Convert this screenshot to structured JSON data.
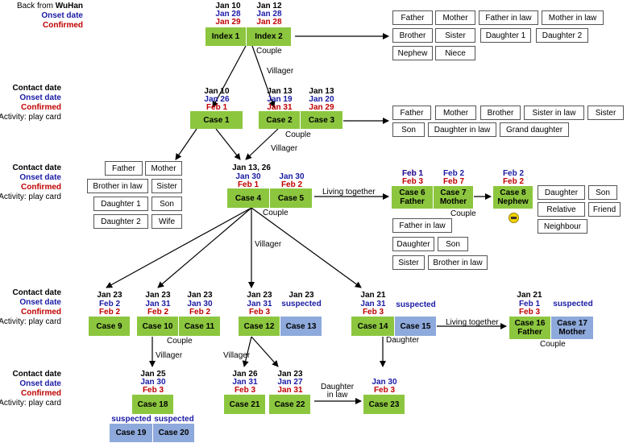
{
  "legend": {
    "row1": {
      "prefix": "Back from ",
      "place": "WuHan",
      "onset": "Onset date",
      "confirmed": "Confirmed"
    },
    "contact": "Contact  date",
    "onset": "Onset date",
    "confirmed": "Confirmed",
    "activity": "Activity: play card"
  },
  "cases": {
    "index1": {
      "label": "Index 1",
      "d1": "Jan 10",
      "d2": "Jan 28",
      "d3": "Jan 29"
    },
    "index2": {
      "label": "Index 2",
      "d1": "Jan 12",
      "d2": "Jan 28",
      "d3": "Jan 28"
    },
    "case1": {
      "label": "Case 1",
      "d1": "Jan 10",
      "d2": "Jan 26",
      "d3": "Feb 1"
    },
    "case2": {
      "label": "Case 2",
      "d1": "Jan 13",
      "d2": "Jan 19",
      "d3": "Jan 31"
    },
    "case3": {
      "label": "Case 3",
      "d1": "Jan 13",
      "d2": "Jan 20",
      "d3": "Jan 29"
    },
    "case4": {
      "label": "Case 4",
      "d1": "Jan 13, 26",
      "d2": "Jan 30",
      "d3": "Feb 1"
    },
    "case5": {
      "label": "Case 5",
      "d2": "Jan 30",
      "d3": "Feb 2"
    },
    "case6": {
      "label": "Case 6\nFather",
      "d2": "Feb 1",
      "d3": "Feb 3"
    },
    "case7": {
      "label": "Case 7\nMother",
      "d2": "Feb 2",
      "d3": "Feb 7"
    },
    "case8": {
      "label": "Case 8\nNephew",
      "d2": "Feb 2",
      "d3": "Feb 2"
    },
    "case9": {
      "label": "Case 9",
      "d1": "Jan 23",
      "d2": "Feb 2",
      "d3": "Feb 2"
    },
    "case10": {
      "label": "Case 10",
      "d1": "Jan 23",
      "d2": "Jan 31",
      "d3": "Feb 2"
    },
    "case11": {
      "label": "Case 11",
      "d1": "Jan 23",
      "d2": "Jan 30",
      "d3": "Feb 2"
    },
    "case12": {
      "label": "Case 12",
      "d1": "Jan 23",
      "d2": "Jan 31",
      "d3": "Feb 3"
    },
    "case13": {
      "label": "Case 13",
      "d1": "Jan 23",
      "d2": "suspected"
    },
    "case14": {
      "label": "Case 14",
      "d1": "Jan 21",
      "d2": "Jan 31",
      "d3": "Feb 3"
    },
    "case15": {
      "label": "Case 15",
      "d2": "suspected"
    },
    "case16": {
      "label": "Case 16\nFather",
      "d1": "Jan 21",
      "d2": "Feb 1",
      "d3": "Feb 3"
    },
    "case17": {
      "label": "Case 17\nMother",
      "d2": "suspected"
    },
    "case18": {
      "label": "Case 18",
      "d1": "Jan 25",
      "d2": "Jan 30",
      "d3": "Feb 3"
    },
    "case19": {
      "label": "Case 19",
      "d2": "suspected"
    },
    "case20": {
      "label": "Case 20",
      "d2": "suspected"
    },
    "case21": {
      "label": "Case 21",
      "d1": "Jan 26",
      "d2": "Jan 31",
      "d3": "Feb 3"
    },
    "case22": {
      "label": "Case 22",
      "d1": "Jan 23",
      "d2": "Jan 27",
      "d3": "Jan 31"
    },
    "case23": {
      "label": "Case 23",
      "d2": "Jan 30",
      "d3": "Feb 3"
    }
  },
  "notes": {
    "couple": "Couple",
    "villager": "Villager",
    "living_together": "Living together",
    "daughter": "Daughter",
    "daughter_in_law": "Daughter\nin law"
  },
  "relatives": {
    "r1": [
      "Father",
      "Mother",
      "Father in law",
      "Mother in law",
      "Brother",
      "Sister",
      "Daughter 1",
      "Daughter 2",
      "Nephew",
      "Niece"
    ],
    "r2": [
      "Father",
      "Mother",
      "Brother",
      "Sister in law",
      "Sister",
      "Son",
      "Daughter in law",
      "Grand daughter"
    ],
    "r3": [
      "Father",
      "Mother",
      "Brother in law",
      "Sister",
      "Daughter 1",
      "Son",
      "Daughter 2",
      "Wife"
    ],
    "r4": [
      "Father in law",
      "Daughter",
      "Son",
      "Sister",
      "Brother in law"
    ],
    "r5": [
      "Daughter",
      "Son",
      "Relative",
      "Friend",
      "Neighbour"
    ]
  },
  "colors": {
    "confirmed_box": "#8cc63f",
    "suspected_box": "#8ea9db",
    "onset": "#1a1aa6",
    "confirmed": "#c00000"
  },
  "icons": {
    "case8_badge": "mask-emoji-icon"
  }
}
